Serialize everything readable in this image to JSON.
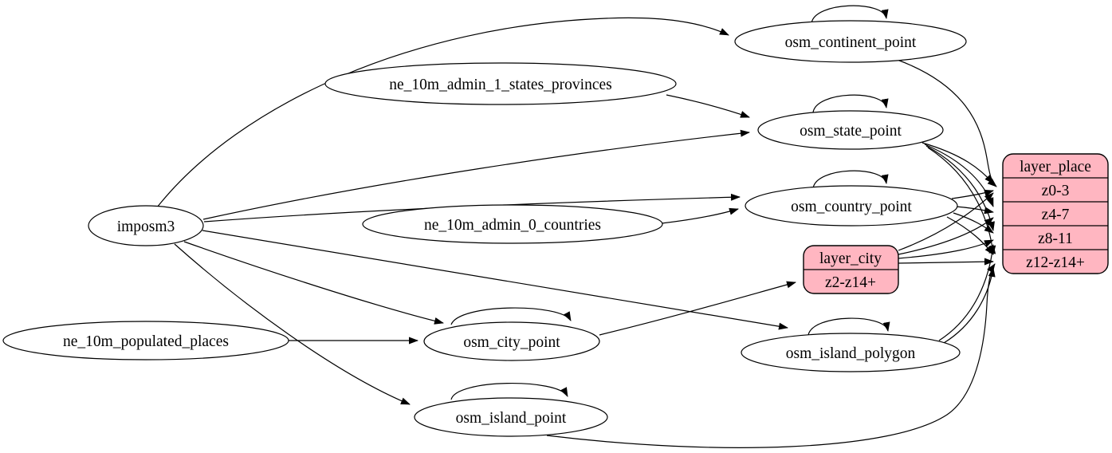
{
  "diagram": {
    "kind": "etl-flow-graph",
    "background": "#ffffff",
    "colors": {
      "node_fill": "#ffffff",
      "record_fill": "#ffb6c1",
      "stroke": "#000000"
    }
  },
  "nodes": {
    "imposm3": {
      "label": "imposm3",
      "shape": "ellipse"
    },
    "ne_10m_admin_1_states_provinces": {
      "label": "ne_10m_admin_1_states_provinces",
      "shape": "ellipse"
    },
    "ne_10m_admin_0_countries": {
      "label": "ne_10m_admin_0_countries",
      "shape": "ellipse"
    },
    "ne_10m_populated_places": {
      "label": "ne_10m_populated_places",
      "shape": "ellipse"
    },
    "osm_continent_point": {
      "label": "osm_continent_point",
      "shape": "ellipse",
      "self_loop": true
    },
    "osm_state_point": {
      "label": "osm_state_point",
      "shape": "ellipse",
      "self_loop": true
    },
    "osm_country_point": {
      "label": "osm_country_point",
      "shape": "ellipse",
      "self_loop": true
    },
    "osm_city_point": {
      "label": "osm_city_point",
      "shape": "ellipse",
      "self_loop": true
    },
    "osm_island_polygon": {
      "label": "osm_island_polygon",
      "shape": "ellipse",
      "self_loop": true
    },
    "osm_island_point": {
      "label": "osm_island_point",
      "shape": "ellipse",
      "self_loop": true
    },
    "layer_place": {
      "label": "layer_place",
      "shape": "record",
      "rows": [
        "z0-3",
        "z4-7",
        "z8-11",
        "z12-z14+"
      ]
    },
    "layer_city": {
      "label": "layer_city",
      "shape": "record",
      "rows": [
        "z2-z14+"
      ]
    }
  },
  "edges": [
    {
      "from": "imposm3",
      "to": "osm_continent_point"
    },
    {
      "from": "imposm3",
      "to": "osm_state_point"
    },
    {
      "from": "imposm3",
      "to": "osm_country_point"
    },
    {
      "from": "imposm3",
      "to": "osm_city_point"
    },
    {
      "from": "imposm3",
      "to": "osm_island_polygon"
    },
    {
      "from": "imposm3",
      "to": "osm_island_point"
    },
    {
      "from": "ne_10m_admin_1_states_provinces",
      "to": "osm_state_point"
    },
    {
      "from": "ne_10m_admin_0_countries",
      "to": "osm_country_point"
    },
    {
      "from": "ne_10m_populated_places",
      "to": "osm_city_point"
    },
    {
      "from": "osm_continent_point",
      "to": "osm_continent_point"
    },
    {
      "from": "osm_state_point",
      "to": "osm_state_point"
    },
    {
      "from": "osm_country_point",
      "to": "osm_country_point"
    },
    {
      "from": "osm_city_point",
      "to": "osm_city_point"
    },
    {
      "from": "osm_island_polygon",
      "to": "osm_island_polygon"
    },
    {
      "from": "osm_island_point",
      "to": "osm_island_point"
    },
    {
      "from": "osm_continent_point",
      "to": "layer_place.z0-3"
    },
    {
      "from": "osm_state_point",
      "to": "layer_place.z0-3"
    },
    {
      "from": "osm_state_point",
      "to": "layer_place.z4-7"
    },
    {
      "from": "osm_state_point",
      "to": "layer_place.z8-11"
    },
    {
      "from": "osm_state_point",
      "to": "layer_place.z12-z14+"
    },
    {
      "from": "osm_country_point",
      "to": "layer_place.z0-3"
    },
    {
      "from": "osm_country_point",
      "to": "layer_place.z4-7"
    },
    {
      "from": "osm_country_point",
      "to": "layer_place.z8-11"
    },
    {
      "from": "osm_country_point",
      "to": "layer_place.z12-z14+"
    },
    {
      "from": "osm_city_point",
      "to": "layer_city.z2-z14+"
    },
    {
      "from": "osm_island_polygon",
      "to": "layer_place.z8-11"
    },
    {
      "from": "osm_island_polygon",
      "to": "layer_place.z12-z14+"
    },
    {
      "from": "osm_island_point",
      "to": "layer_place.z12-z14+"
    },
    {
      "from": "layer_city",
      "to": "layer_place.z0-3"
    },
    {
      "from": "layer_city",
      "to": "layer_place.z4-7"
    },
    {
      "from": "layer_city",
      "to": "layer_place.z8-11"
    },
    {
      "from": "layer_city",
      "to": "layer_place.z12-z14+"
    }
  ]
}
